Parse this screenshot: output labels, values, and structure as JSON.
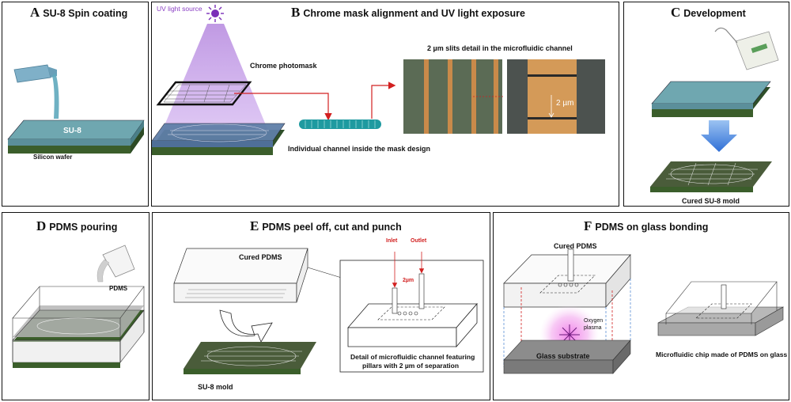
{
  "panels": {
    "a": {
      "letter": "A",
      "title": "SU-8 Spin coating",
      "su8": "SU-8",
      "wafer": "Silicon wafer"
    },
    "b": {
      "letter": "B",
      "title": "Chrome mask alignment and UV light exposure",
      "uv_source": "UV light source",
      "photomask": "Chrome photomask",
      "slits_detail": "2 µm slits detail in the microfluidic channel",
      "scale": "2 µm",
      "channel": "Individual channel inside the mask design"
    },
    "c": {
      "letter": "C",
      "title": "Development",
      "mold": "Cured SU-8 mold"
    },
    "d": {
      "letter": "D",
      "title": "PDMS pouring",
      "pdms": "PDMS"
    },
    "e": {
      "letter": "E",
      "title": "PDMS peel off, cut and punch",
      "cured_pdms": "Cured PDMS",
      "mold": "SU-8 mold",
      "inlet": "Inlet",
      "outlet": "Outlet",
      "gap": "2µm",
      "detail_line1": "Detail of microfluidic channel featuring",
      "detail_line2": "pillars with 2 µm of separation"
    },
    "f": {
      "letter": "F",
      "title": "PDMS on glass bonding",
      "cured_pdms": "Cured PDMS",
      "plasma_line1": "Oxygen",
      "plasma_line2": "plasma",
      "glass": "Glass substrate",
      "chip": "Microfluidic chip made of PDMS on glass"
    }
  },
  "colors": {
    "uv": "#8a3fc4",
    "arrow_red": "#d22020",
    "teal": "#1e9aa0",
    "wafer_green": "#3b5e2b",
    "blue_arrow": "#3a78d8",
    "plasma": "#e040d0"
  }
}
